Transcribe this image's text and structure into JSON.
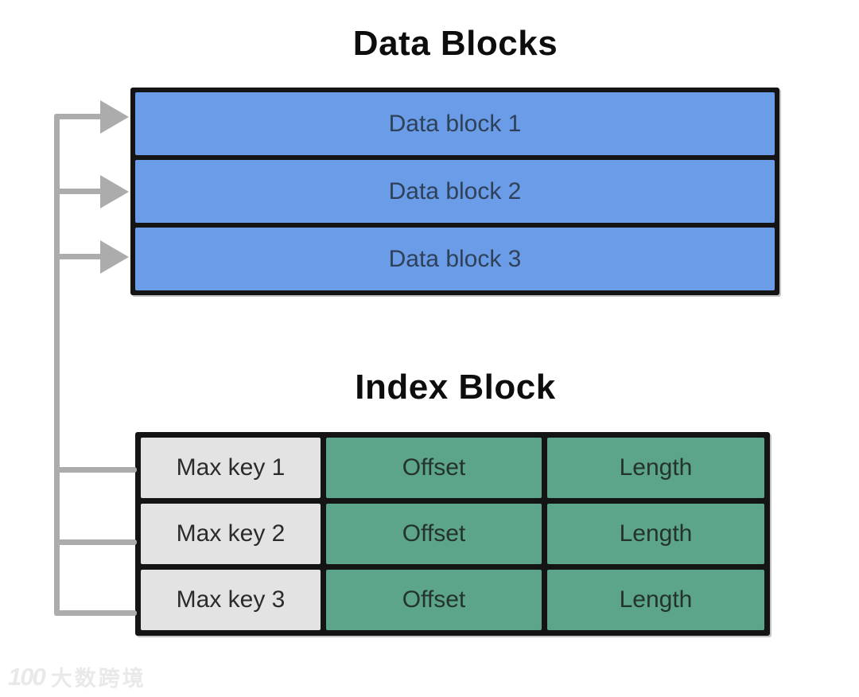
{
  "colors": {
    "accent_blue": "#6A9CE8",
    "accent_green": "#5CA48A",
    "cell_gray": "#E3E3E3",
    "border_black": "#141414",
    "arrow_gray": "#ACACAC",
    "watermark_gray": "#E9E9E9"
  },
  "diagram": {
    "data_blocks": {
      "title": "Data Blocks",
      "blocks": [
        {
          "label": "Data block 1"
        },
        {
          "label": "Data block 2"
        },
        {
          "label": "Data block 3"
        }
      ]
    },
    "index_block": {
      "title": "Index Block",
      "rows": [
        {
          "key": "Max key 1",
          "offset": "Offset",
          "length": "Length"
        },
        {
          "key": "Max key 2",
          "offset": "Offset",
          "length": "Length"
        },
        {
          "key": "Max key 3",
          "offset": "Offset",
          "length": "Length"
        }
      ]
    }
  },
  "watermark": {
    "logo": "100",
    "text": "大数跨境"
  }
}
